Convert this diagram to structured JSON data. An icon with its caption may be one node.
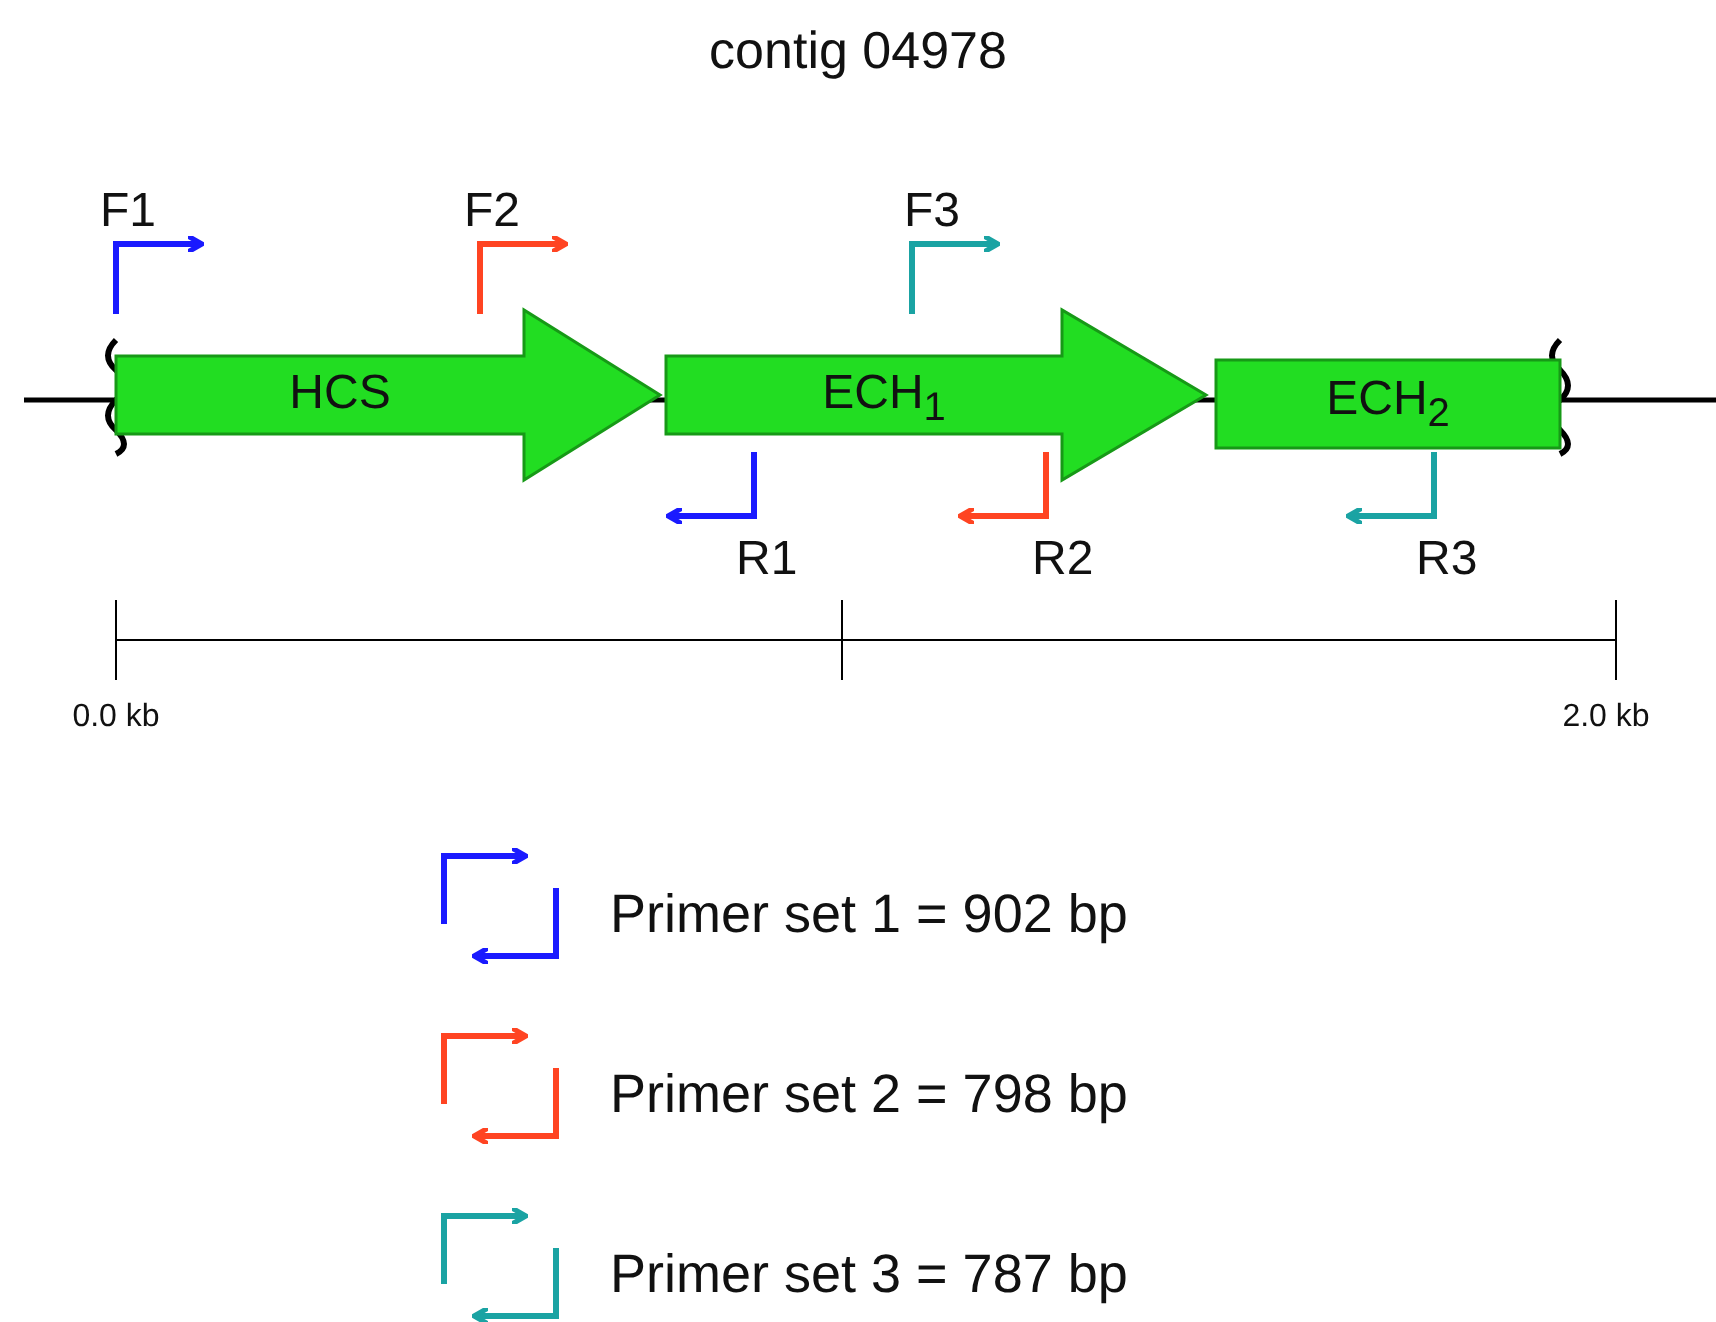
{
  "diagram": {
    "title": "contig 04978",
    "nodes": [
      {
        "text": [
          "HCS"
        ]
      },
      {
        "text": [
          "ECH$_{1}$"
        ]
      },
      {
        "text": [
          "ECH$_{2}$"
        ]
      }
    ],
    "labels": [
      "F1",
      "F2",
      "F3",
      "R1",
      "R2",
      "R3",
      "0.0 kb",
      "2.0 kb"
    ],
    "legend": [
      {
        "text": "Primer set 1 = 902 bp"
      },
      {
        "text": "Primer set 2 = 798 bp"
      },
      {
        "text": "Primer set 3 = 787 bp"
      }
    ]
  }
}
